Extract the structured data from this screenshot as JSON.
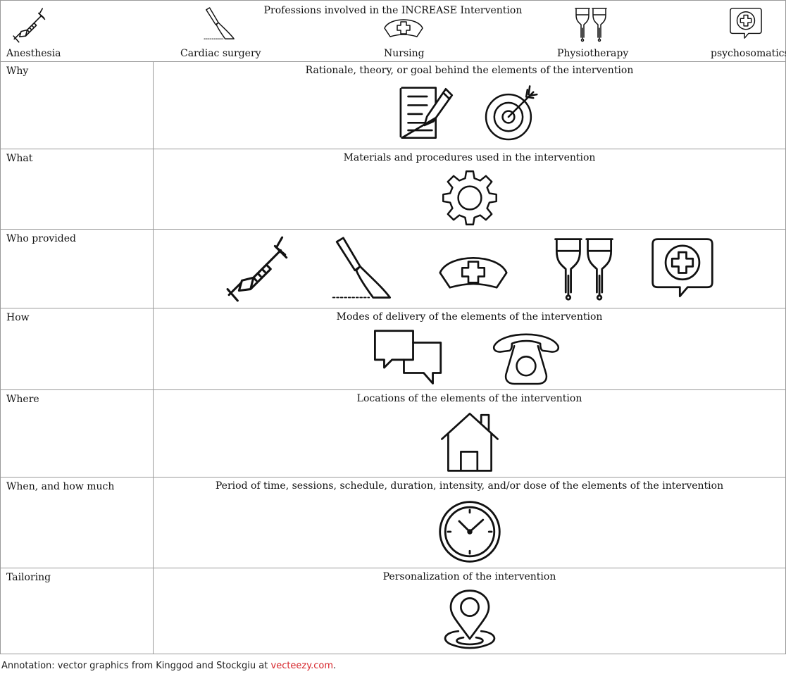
{
  "header": {
    "title": "Professions involved in the INCREASE Intervention",
    "professions": [
      {
        "label": "Anesthesia",
        "icon": "syringe-icon"
      },
      {
        "label": "Cardiac surgery",
        "icon": "scalpel-icon"
      },
      {
        "label": "Nursing",
        "icon": "nurse-cap-icon"
      },
      {
        "label": "Physiotherapy",
        "icon": "crutches-icon"
      },
      {
        "label": "psychosomatics",
        "icon": "medical-speech-bubble-icon"
      }
    ]
  },
  "rows": [
    {
      "label": "Why",
      "description": "Rationale, theory, or goal behind the elements of the intervention",
      "icons": [
        "document-pencil-icon",
        "target-arrow-icon"
      ]
    },
    {
      "label": "What",
      "description": "Materials and procedures used in the intervention",
      "icons": [
        "gear-icon"
      ]
    },
    {
      "label": "Who provided",
      "description": "",
      "icons": [
        "syringe-icon",
        "scalpel-icon",
        "nurse-cap-icon",
        "crutches-icon",
        "medical-speech-bubble-icon"
      ]
    },
    {
      "label": "How",
      "description": "Modes of delivery of the elements of the intervention",
      "icons": [
        "chat-bubbles-icon",
        "telephone-icon"
      ]
    },
    {
      "label": "Where",
      "description": "Locations of the elements of the intervention",
      "icons": [
        "house-icon"
      ]
    },
    {
      "label": "When, and how much",
      "description": "Period of time, sessions, schedule, duration, intensity, and/or dose of the elements of the intervention",
      "icons": [
        "clock-icon"
      ]
    },
    {
      "label": "Tailoring",
      "description": "Personalization of the intervention",
      "icons": [
        "location-pin-icon"
      ]
    }
  ],
  "annotation": {
    "text": "Annotation: vector graphics from Kinggod and Stockgiu at ",
    "link": "vecteezy.com",
    "suffix": ".",
    "link_color": "#d6242a"
  }
}
